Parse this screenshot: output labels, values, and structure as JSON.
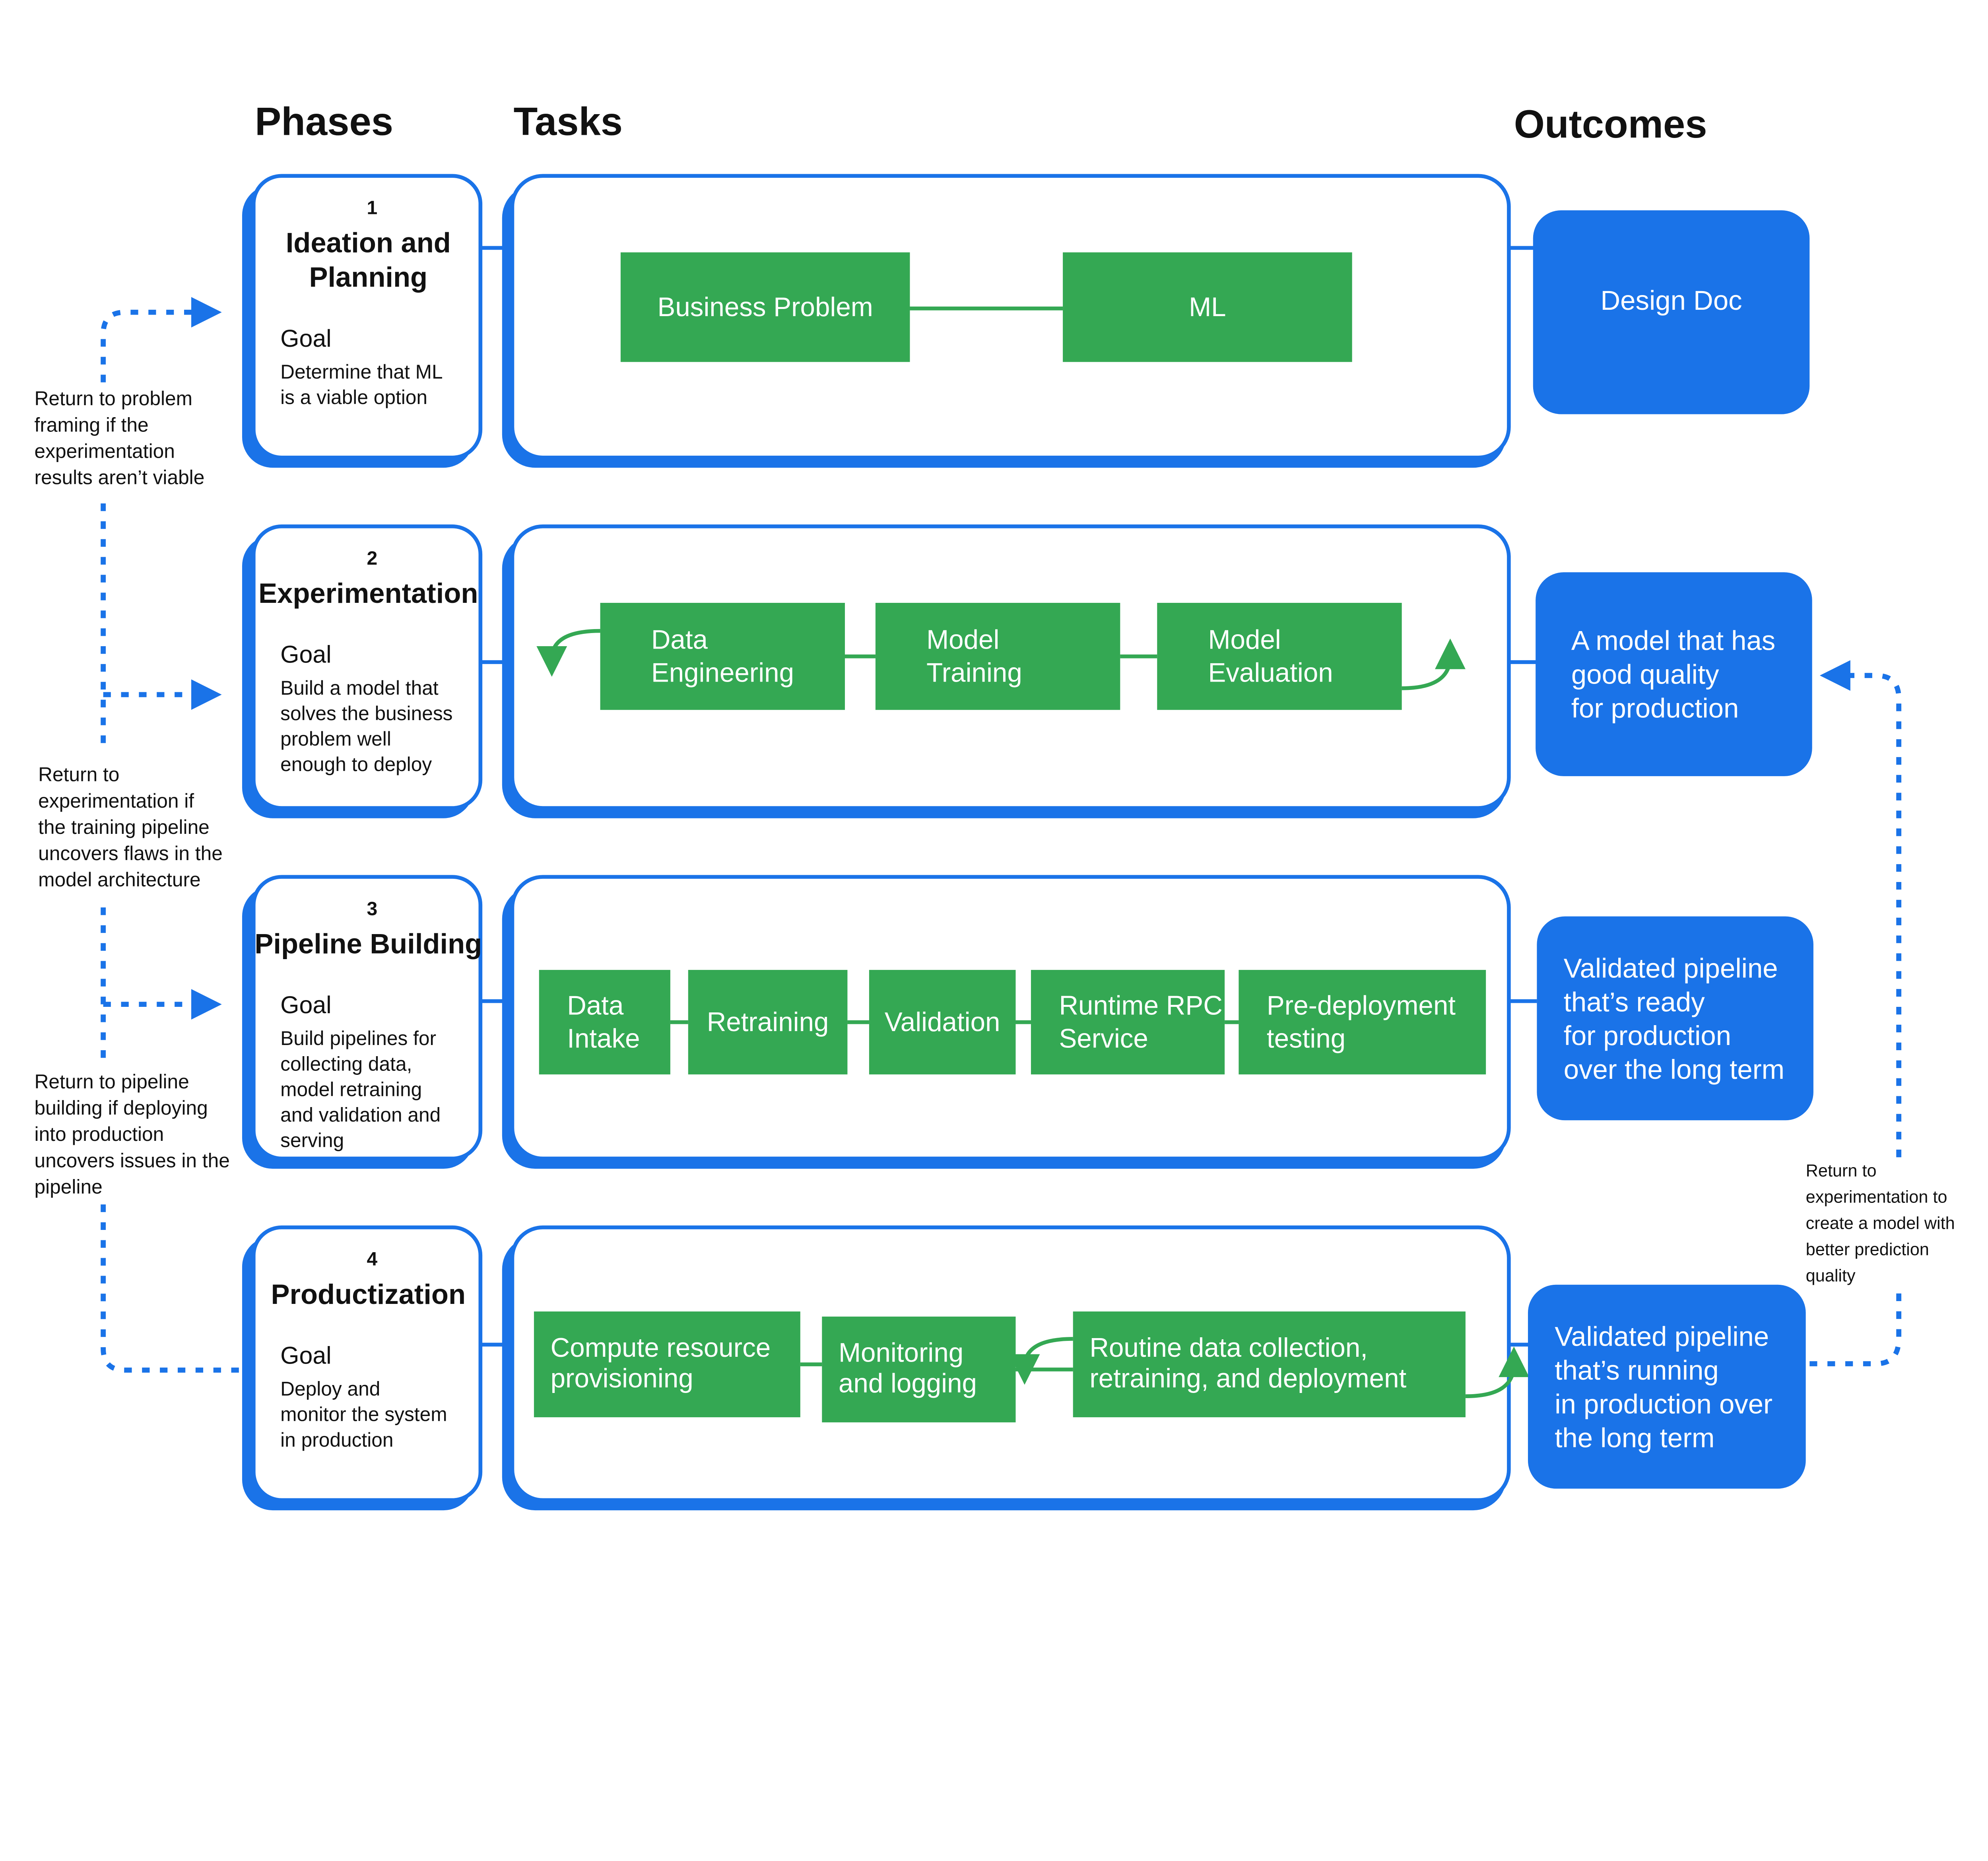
{
  "colors": {
    "blue": "#1a73e8",
    "green": "#34a853"
  },
  "headers": {
    "phases": "Phases",
    "tasks": "Tasks",
    "outcomes": "Outcomes"
  },
  "phases": [
    {
      "number": "1",
      "title": [
        "Ideation and",
        "Planning"
      ],
      "goal_label": "Goal",
      "goal": [
        "Determine that ML",
        "is a viable option"
      ]
    },
    {
      "number": "2",
      "title": [
        "Experimentation"
      ],
      "goal_label": "Goal",
      "goal": [
        "Build a model that",
        "solves the business",
        "problem well",
        "enough to deploy"
      ]
    },
    {
      "number": "3",
      "title": [
        "Pipeline Building"
      ],
      "goal_label": "Goal",
      "goal": [
        "Build pipelines for",
        "collecting data,",
        "model retraining",
        "and validation and",
        "serving"
      ]
    },
    {
      "number": "4",
      "title": [
        "Productization"
      ],
      "goal_label": "Goal",
      "goal": [
        "Deploy and",
        "monitor the system",
        "in production"
      ]
    }
  ],
  "tasks": [
    [
      [
        "Business Problem"
      ],
      [
        "ML"
      ]
    ],
    [
      [
        "Data",
        "Engineering"
      ],
      [
        "Model",
        "Training"
      ],
      [
        "Model",
        "Evaluation"
      ]
    ],
    [
      [
        "Data",
        "Intake"
      ],
      [
        "Retraining"
      ],
      [
        "Validation"
      ],
      [
        "Runtime RPC",
        "Service"
      ],
      [
        "Pre-deployment",
        "testing"
      ]
    ],
    [
      [
        "Compute  resource",
        "provisioning"
      ],
      [
        "Monitoring",
        "and logging"
      ],
      [
        "Routine data collection,",
        "retraining, and deployment"
      ]
    ]
  ],
  "outcomes": [
    [
      "Design Doc"
    ],
    [
      "A model that has",
      "good quality",
      "for production"
    ],
    [
      "Validated pipeline",
      "that’s ready",
      "for production",
      "over the long term"
    ],
    [
      "Validated pipeline",
      "that’s running",
      "in production over",
      "the long term"
    ]
  ],
  "feedback_notes": [
    [
      "Return to problem",
      "framing if the",
      "experimentation",
      "results aren’t viable"
    ],
    [
      "Return to",
      "experimentation if",
      "the training pipeline",
      "uncovers flaws in the",
      "model architecture"
    ],
    [
      "Return to pipeline",
      "building if deploying",
      "into production",
      "uncovers issues in the",
      "pipeline"
    ],
    [
      "Return to",
      "experimentation to",
      "create a model with",
      "better prediction",
      "quality"
    ]
  ]
}
